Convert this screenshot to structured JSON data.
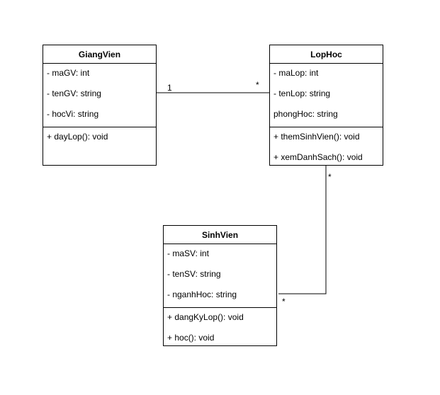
{
  "classes": {
    "giangvien": {
      "name": "GiangVien",
      "attributes": [
        "- maGV: int",
        "- tenGV: string",
        "- hocVi: string"
      ],
      "methods": [
        "+ dayLop(): void"
      ]
    },
    "lophoc": {
      "name": "LopHoc",
      "attributes": [
        "- maLop: int",
        "- tenLop: string",
        "phongHoc: string"
      ],
      "methods": [
        "+ themSinhVien(): void",
        "+ xemDanhSach(): void"
      ]
    },
    "sinhvien": {
      "name": "SinhVien",
      "attributes": [
        "- maSV: int",
        "- tenSV: string",
        "- nganhHoc: string"
      ],
      "methods": [
        "+ dangKyLop(): void",
        "+ hoc(): void"
      ]
    }
  },
  "associations": {
    "giangvien_lophoc": {
      "source_multiplicity": "1",
      "target_multiplicity": "*"
    },
    "lophoc_sinhvien": {
      "source_multiplicity": "*",
      "target_multiplicity": "*"
    }
  }
}
